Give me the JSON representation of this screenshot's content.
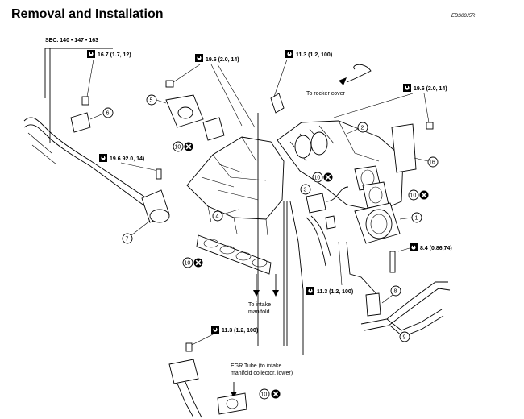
{
  "title": "Removal and Installation",
  "ref_code": "EBS00J5R",
  "section": "SEC. 140 • 147 • 163",
  "torques": {
    "t1": "16.7 (1.7, 12)",
    "t2": "19.6 (2.0, 14)",
    "t3": "11.3 (1.2, 100)",
    "t4": "19.6 (2.0, 14)",
    "t5": "19.6 92.0, 14)",
    "t6": "8.4 (0.86,74)",
    "t7": "11.3 (1.2, 100)",
    "t8": "11.3 (1.2, 100)"
  },
  "callouts": {
    "c1": "1",
    "c2": "2",
    "c3": "3",
    "c4": "4",
    "c5": "5",
    "c6": "6",
    "c7": "7",
    "c8": "8",
    "c9": "9",
    "c16": "16",
    "r1": "10",
    "r2": "10",
    "r3": "10",
    "r4": "10",
    "r5": "10"
  },
  "notes": {
    "rocker": "To rocker cover",
    "intake_1": "To intake",
    "intake_2": "manifold",
    "egr_1": "EGR Tube (to intake",
    "egr_2": "manifold collector, lower)"
  },
  "icons": {
    "torque": "torque-wrench-icon",
    "replace": "do-not-reuse-icon"
  }
}
